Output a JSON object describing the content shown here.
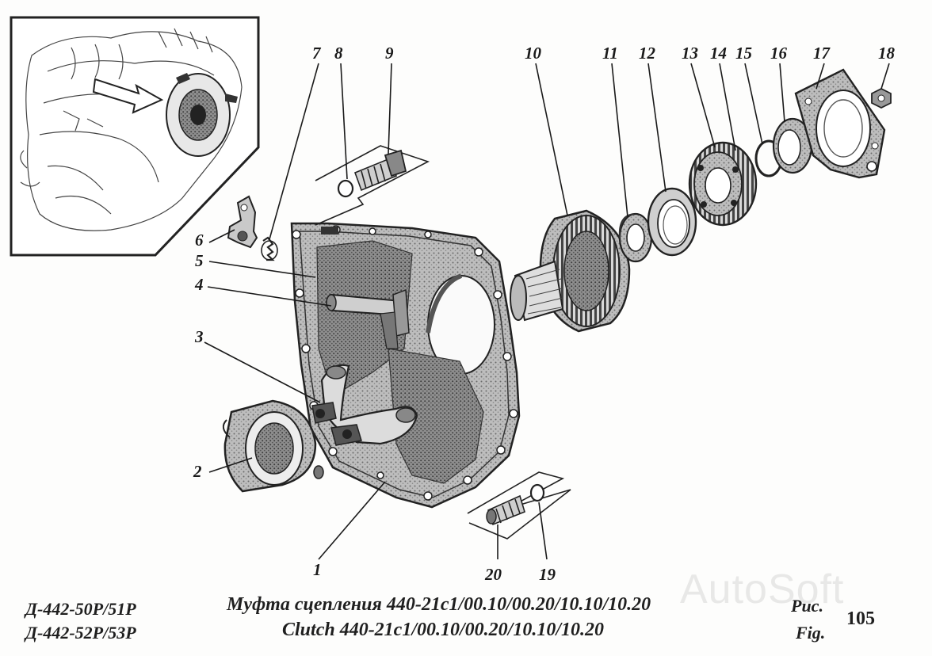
{
  "callouts": [
    "1",
    "2",
    "3",
    "4",
    "5",
    "6",
    "7",
    "8",
    "9",
    "10",
    "11",
    "12",
    "13",
    "14",
    "15",
    "16",
    "17",
    "18",
    "19",
    "20"
  ],
  "caption": {
    "model_line_1": "Д-442-50Р/51Р",
    "model_line_2": "Д-442-52Р/53Р",
    "title_ru": "Муфта сцепления 440-21с1/00.10/00.20/10.10/10.20",
    "title_en": "Clutch 440-21с1/00.10/00.20/10.10/10.20",
    "fig_ru": "Рис.",
    "fig_en": "Fig.",
    "fig_number": "105"
  },
  "watermark": "AutoSoft",
  "colors": {
    "ink": "#1a1a1a",
    "paper": "#fdfdfc",
    "shade": "#7a7a7a"
  }
}
